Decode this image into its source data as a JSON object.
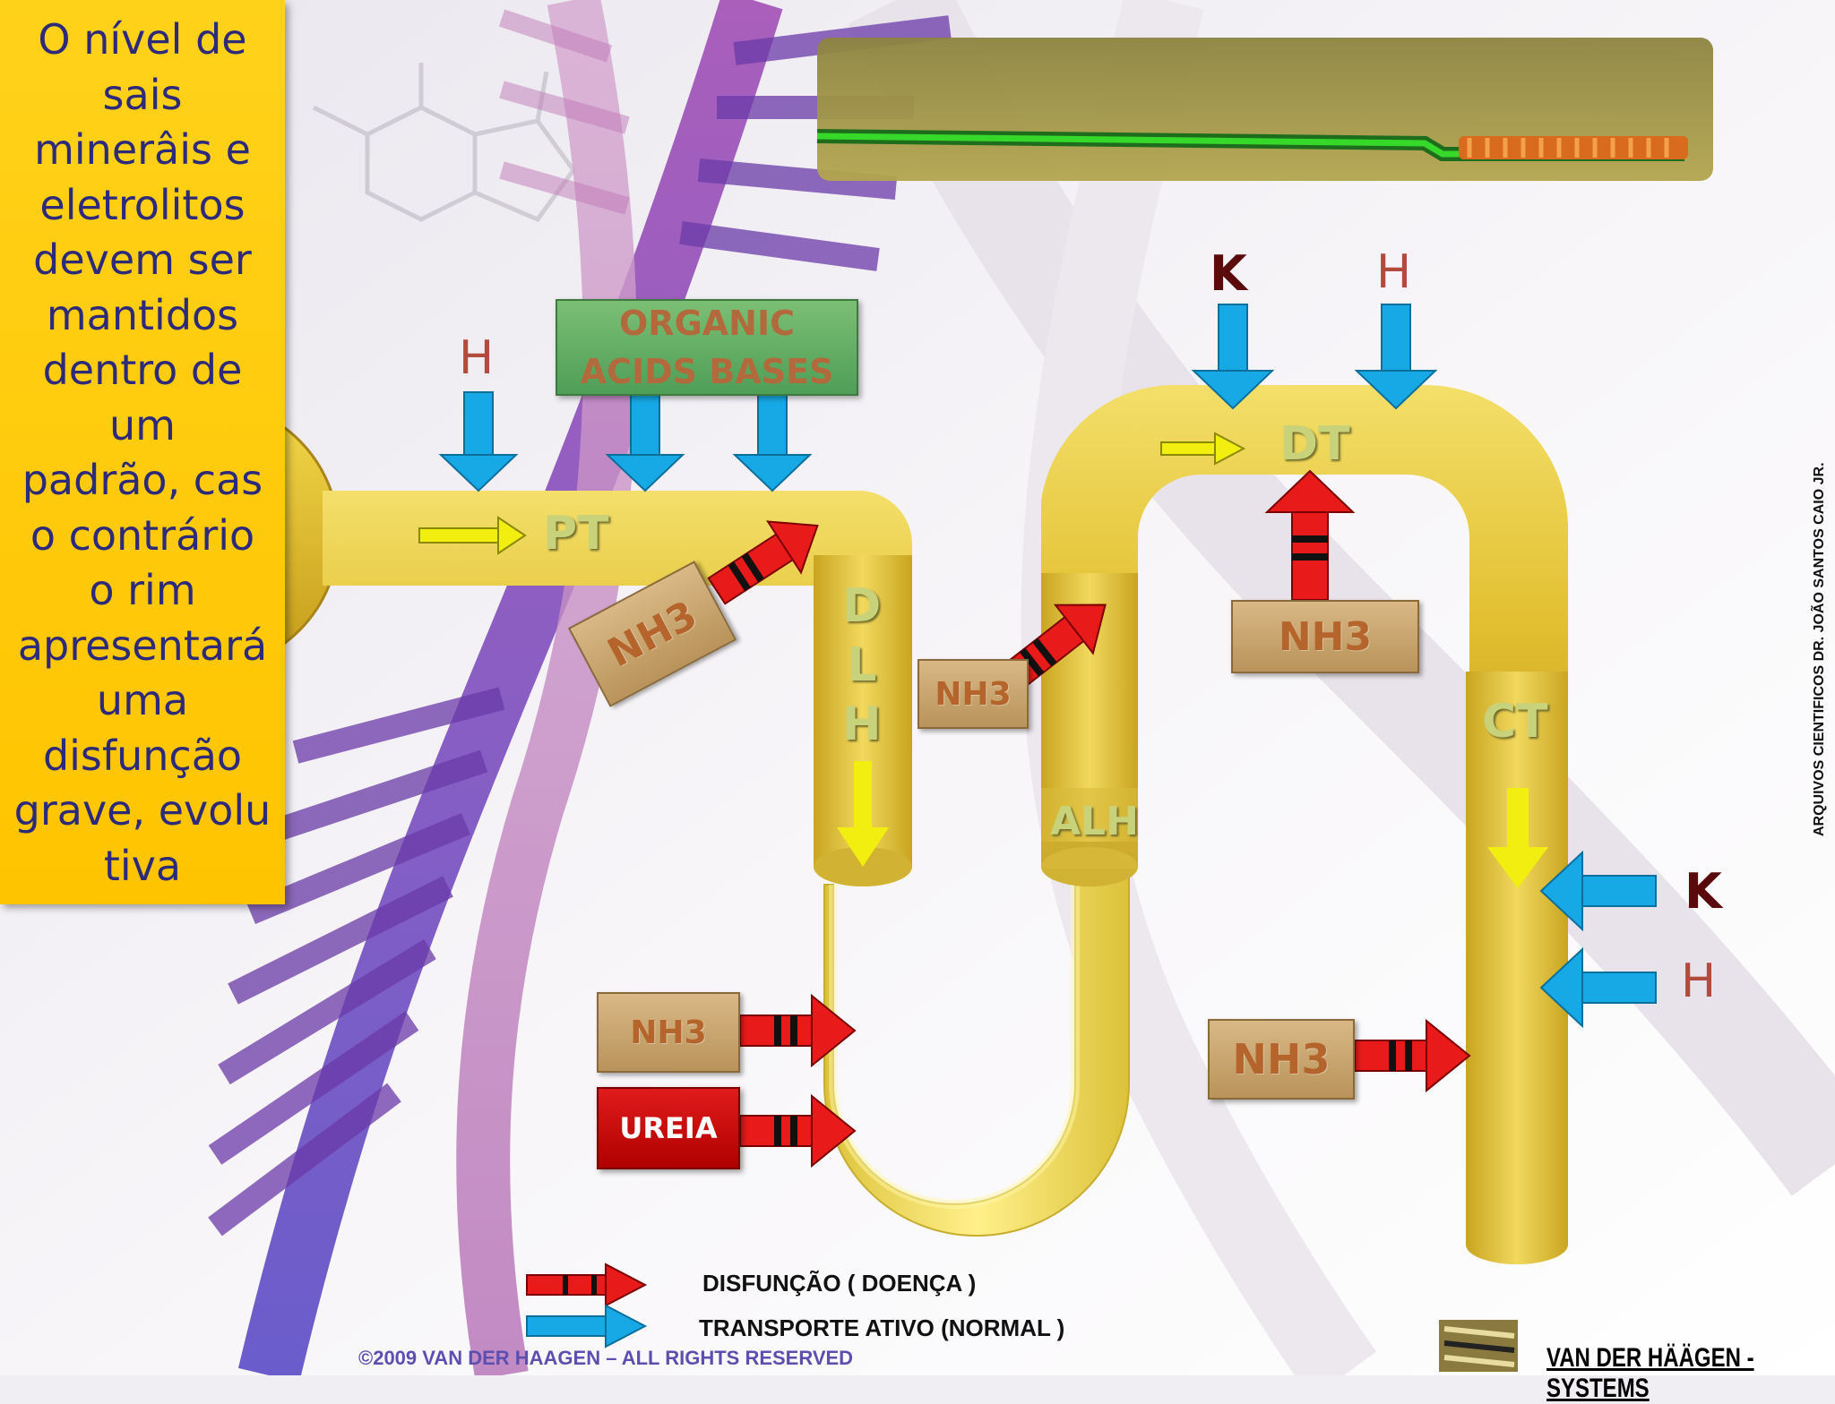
{
  "sidebar": {
    "lines": [
      "O nível de",
      "sais",
      "minerâis e",
      "eletrolitos",
      "devem ser",
      "mantidos",
      "dentro de",
      "um",
      "padrão, cas",
      "o contrário",
      "o rim",
      "apresentará",
      "uma",
      "disfunção",
      "grave, evolu",
      "tiva"
    ]
  },
  "segments": {
    "pt": "PT",
    "dlh": [
      "D",
      "L",
      "H"
    ],
    "alh": "ALH",
    "dt": "DT",
    "ct": "CT"
  },
  "boxes": {
    "organic_line1": "ORGANIC",
    "organic_line2": "ACIDS  BASES",
    "nh3_pt": "NH3",
    "nh3_mid": "NH3",
    "nh3_dt": "NH3",
    "nh3_loop": "NH3",
    "ureia": "UREIA",
    "nh3_ct": "NH3"
  },
  "ions": {
    "h_pt": "H",
    "k_dt": "K",
    "h_dt": "H",
    "k_ct": "K",
    "h_ct": "H"
  },
  "legend": {
    "dysfunction": "DISFUNÇÃO ( DOENÇA )",
    "active_transport": "TRANSPORTE ATIVO (NORMAL )"
  },
  "footer": {
    "copyright": "©2009 VAN DER HAAGEN – ALL RIGHTS RESERVED",
    "company": "VAN DER HÄÄGEN - SYSTEMS",
    "vertical_credit": "ARQUIVOS CIENTIFICOS DR. JOÃO SANTOS CAIO JR."
  },
  "colors": {
    "tubule": "#e3c33a",
    "active_transport_arrow": "#17a9e6",
    "dysfunction_arrow": "#e81a1a",
    "flow_arrow": "#f2ee10",
    "sidebar_bg": "#ffc800"
  }
}
